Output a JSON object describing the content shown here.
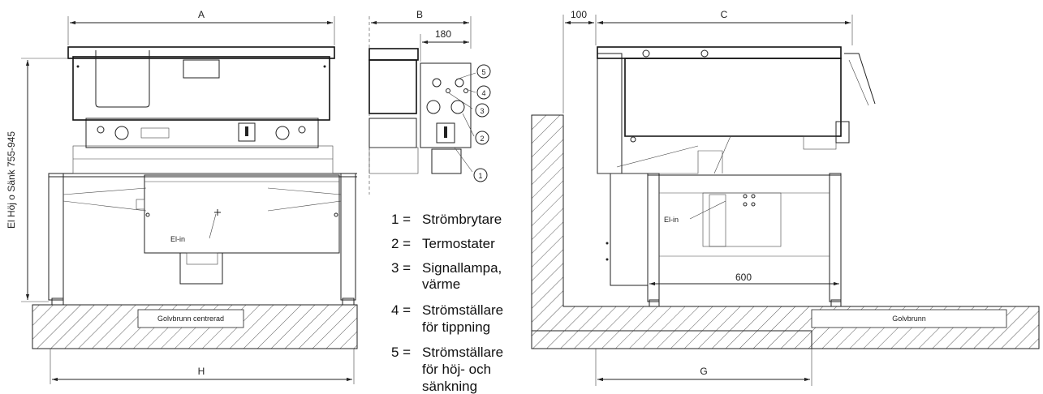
{
  "dimensions": {
    "a": "A",
    "b": "B",
    "b_sub": "180",
    "c": "C",
    "c_offset": "100",
    "h": "H",
    "g": "G",
    "depth_600": "600",
    "height_label": "El Höj o Sänk 755-945"
  },
  "labels": {
    "drain_front": "Golvbrunn centrerad",
    "drain_side": "Golvbrunn",
    "el_in_front": "El-in",
    "el_in_side": "El-in"
  },
  "callouts": [
    "1",
    "2",
    "3",
    "4",
    "5"
  ],
  "legend": [
    {
      "num": "1 =",
      "lines": [
        "Strömbrytare"
      ]
    },
    {
      "num": "2 =",
      "lines": [
        "Termostater"
      ]
    },
    {
      "num": "3 =",
      "lines": [
        "Signallampa,",
        "värme"
      ]
    },
    {
      "num": "4 =",
      "lines": [
        "Strömställare",
        "för tippning"
      ]
    },
    {
      "num": "5 =",
      "lines": [
        "Strömställare",
        "för höj- och",
        "sänkning"
      ]
    }
  ]
}
